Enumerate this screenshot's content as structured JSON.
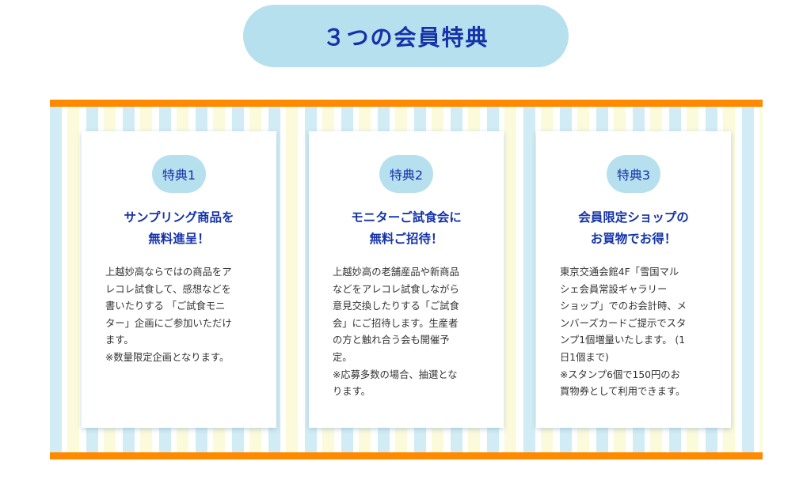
{
  "title": "３つの会員特典",
  "colors": {
    "accent_orange": "#ff8a00",
    "pill_blue": "#b7e0ef",
    "text_blue": "#1533a8"
  },
  "cards": [
    {
      "badge": "特典1",
      "heading": [
        "サンプリング商品を",
        "無料進呈！"
      ],
      "body": [
        "上越妙高ならではの商品をア",
        "レコレ試食して、感想などを",
        "書いたりする 「ご試食モニ",
        "ター」企画にご参加いただけ",
        "ます。",
        "※数量限定企画となります。"
      ]
    },
    {
      "badge": "特典2",
      "heading": [
        "モニターご試食会に",
        "無料ご招待！"
      ],
      "body": [
        "上越妙高の老舗産品や新商品",
        "などをアレコレ試食しながら",
        "意見交換したりする「ご試食",
        "会」にご招待します。生産者",
        "の方と触れ合う会も開催予",
        "定。",
        "※応募多数の場合、抽選とな",
        "ります。"
      ]
    },
    {
      "badge": "特典3",
      "heading": [
        "会員限定ショップの",
        "お買物でお得！"
      ],
      "body": [
        "東京交通会館4F「雪国マル",
        "シェ会員常設ギャラリー",
        "ショップ」でのお会計時、メ",
        "ンバーズカードご提示でスタ",
        "ンプ1個増量いたします。 (1",
        "日1個まで)",
        "※スタンプ6個で150円のお",
        "買物券として利用できます。"
      ]
    }
  ]
}
